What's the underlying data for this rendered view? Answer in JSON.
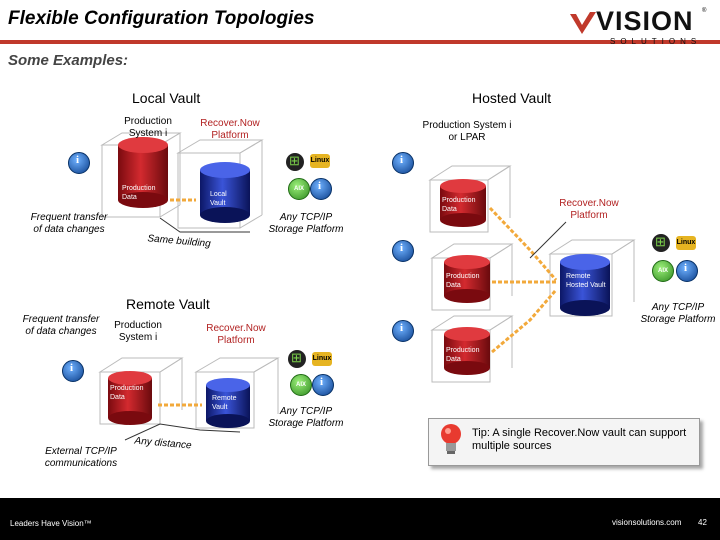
{
  "header": {
    "title": "Flexible Configuration Topologies",
    "subtitle": "Some Examples:"
  },
  "logo": {
    "word": "VISION",
    "sub": "SOLUTIONS",
    "reg": "®"
  },
  "local_vault": {
    "heading": "Local Vault",
    "production_label": "Production System i",
    "recovernow_label": "Recover.Now Platform",
    "transfer_label": "Frequent transfer of data changes",
    "same_building_label": "Same building",
    "production_data": "Production Data",
    "local_vault_cyl": "Local Vault",
    "storage_label": "Any TCP/IP Storage Platform"
  },
  "remote_vault": {
    "heading": "Remote Vault",
    "transfer_label": "Frequent transfer of data changes",
    "production_label": "Production System i",
    "recovernow_label": "Recover.Now Platform",
    "production_data": "Production Data",
    "remote_vault_cyl": "Remote Vault",
    "storage_label": "Any TCP/IP Storage Platform",
    "external_label": "External TCP/IP communications",
    "distance_label": "Any distance"
  },
  "hosted_vault": {
    "heading": "Hosted Vault",
    "production_label": "Production System i or LPAR",
    "recovernow_label": "Recover.Now Platform",
    "production_data": "Production Data",
    "remote_hosted_vault": "Remote Hosted Vault",
    "storage_label": "Any TCP/IP Storage Platform"
  },
  "icons": {
    "linux": "Linux",
    "aix": "AIX"
  },
  "tip": {
    "label": "Tip",
    "text": ": A single Recover.Now vault can support multiple sources"
  },
  "footer": {
    "left": "Leaders Have Vision™",
    "right": "visionsolutions.com",
    "page": "42"
  },
  "colors": {
    "accent_red": "#c0392b",
    "cylinder_red": "#b0121a",
    "cylinder_blue": "#1a2fa0",
    "arrow_orange": "#f2a93b"
  }
}
